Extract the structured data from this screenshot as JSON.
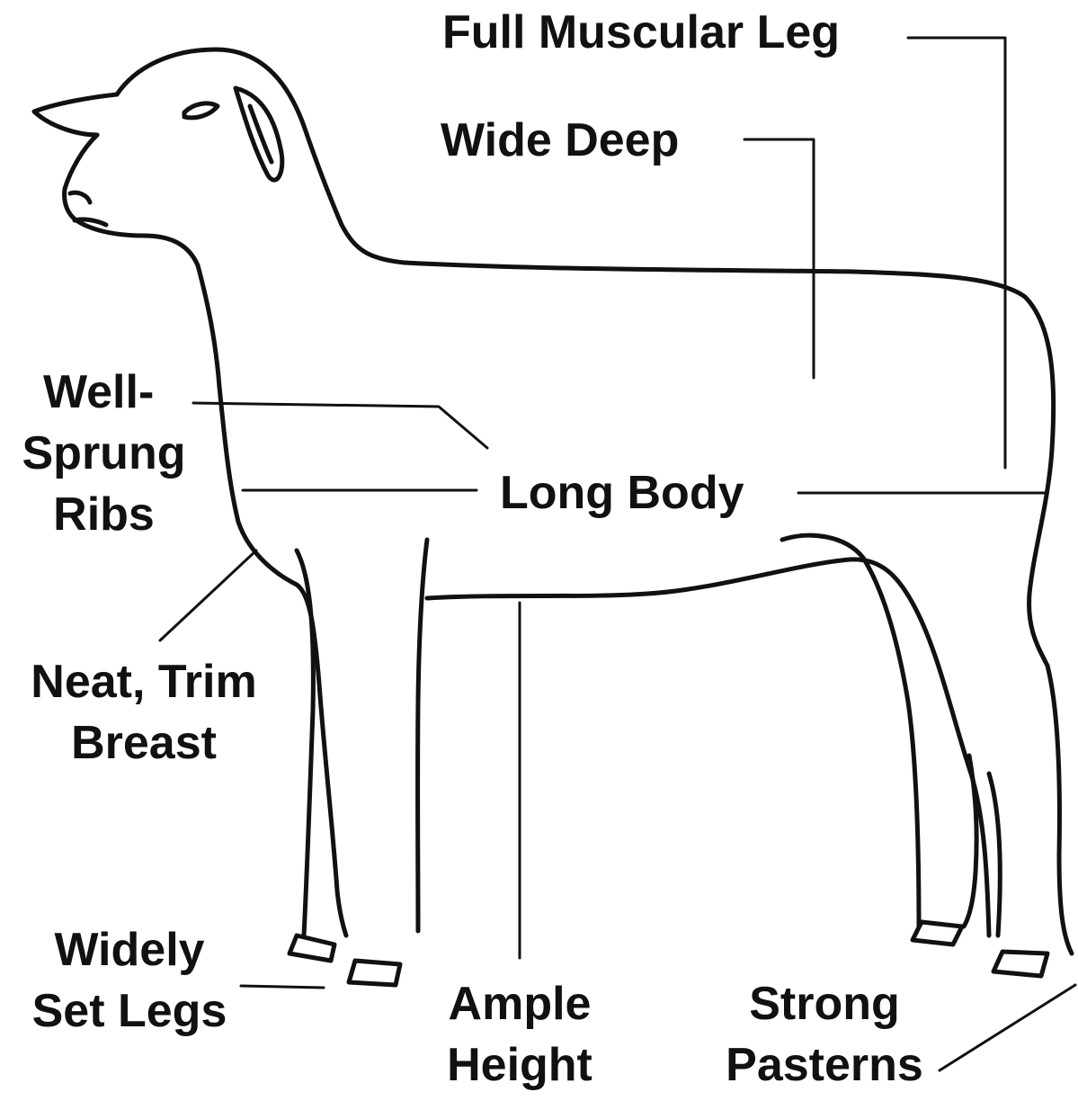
{
  "diagram": {
    "labels": {
      "full_muscular_leg": "Full Muscular Leg",
      "wide_deep": "Wide Deep",
      "well_sprung_ribs": [
        "Well-",
        "Sprung",
        "Ribs"
      ],
      "long_body": "Long Body",
      "neat_trim_breast": [
        "Neat, Trim",
        "Breast"
      ],
      "widely_set_legs": [
        "Widely",
        "Set Legs"
      ],
      "ample_height": [
        "Ample",
        "Height"
      ],
      "strong_pasterns": [
        "Strong",
        "Pasterns"
      ]
    },
    "colors": {
      "line": "#111111",
      "background": "#ffffff"
    }
  }
}
